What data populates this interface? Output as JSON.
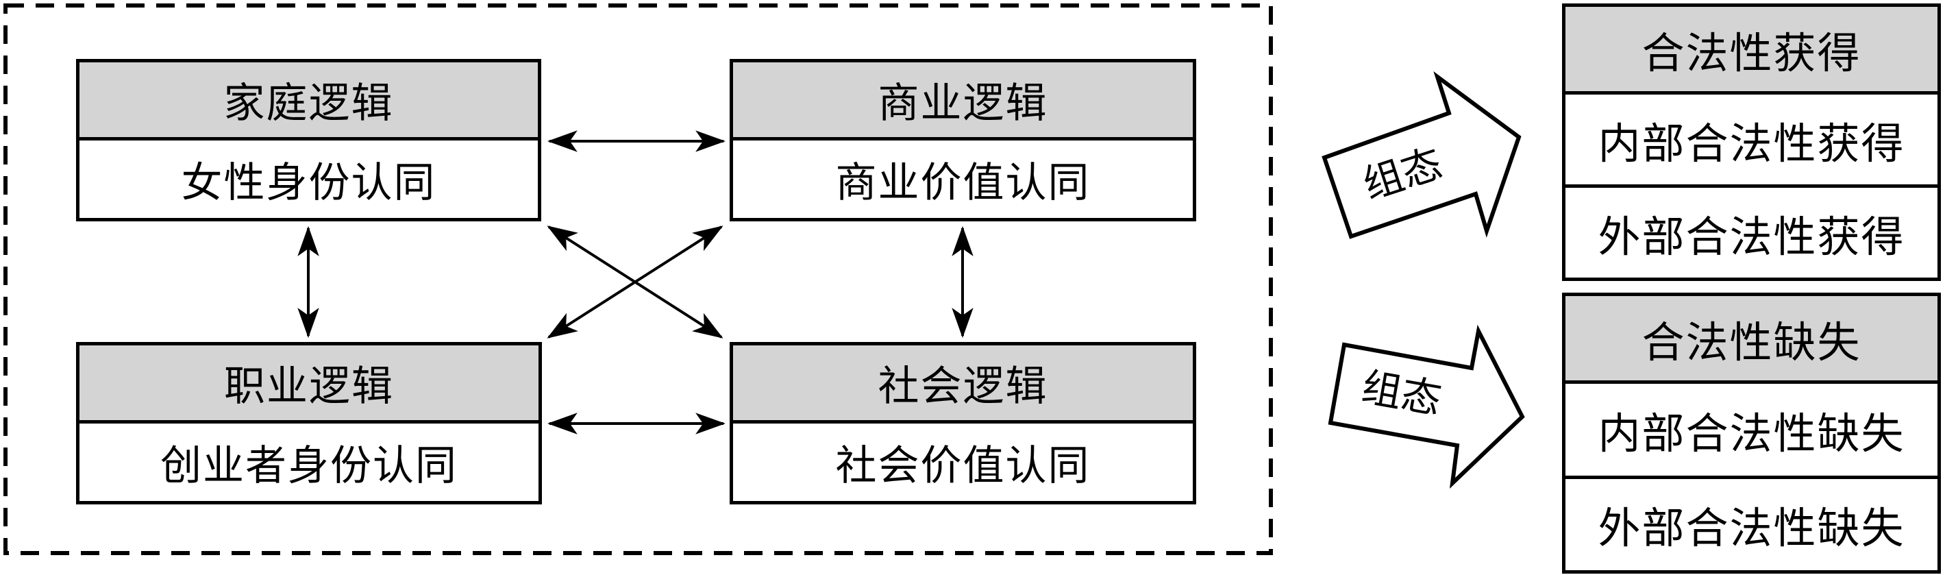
{
  "model": {
    "boxes": [
      {
        "header": "家庭逻辑",
        "body": "女性身份认同"
      },
      {
        "header": "商业逻辑",
        "body": "商业价值认同"
      },
      {
        "header": "职业逻辑",
        "body": "创业者身份认同"
      },
      {
        "header": "社会逻辑",
        "body": "社会价值认同"
      }
    ]
  },
  "config_arrows": [
    {
      "label": "组态"
    },
    {
      "label": "组态"
    }
  ],
  "outcome_tables": [
    {
      "header": "合法性获得",
      "rows": [
        "内部合法性获得",
        "外部合法性获得"
      ]
    },
    {
      "header": "合法性缺失",
      "rows": [
        "内部合法性缺失",
        "外部合法性缺失"
      ]
    }
  ],
  "colors": {
    "header_fill": "#d4d4d4",
    "line": "#000000",
    "bg": "#ffffff"
  }
}
